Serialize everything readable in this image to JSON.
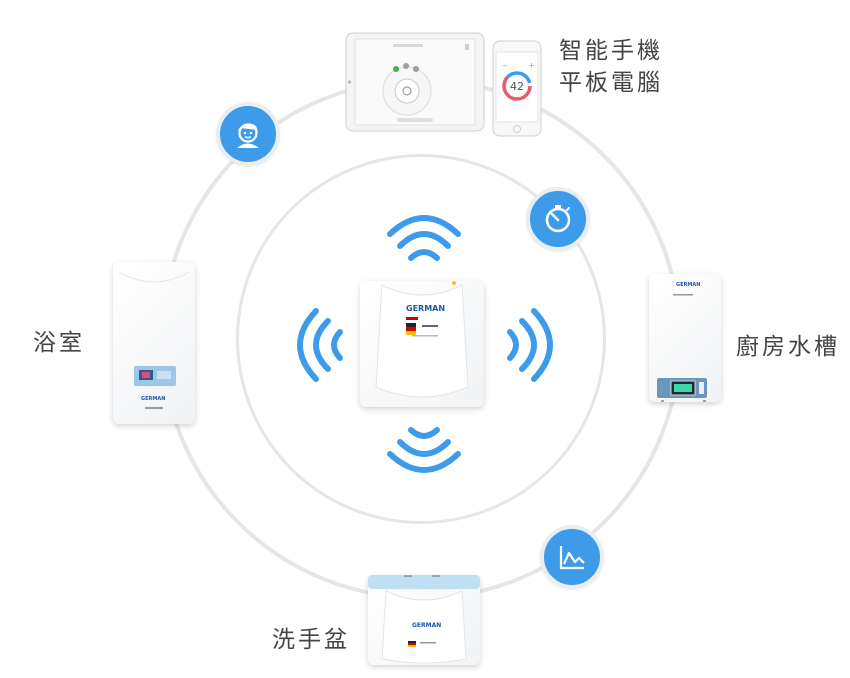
{
  "labels": {
    "smart_devices_line1": "智能手機",
    "smart_devices_line2": "平板電腦",
    "kitchen": "廚房水槽",
    "bathroom": "浴室",
    "washbasin": "洗手盆"
  },
  "phone": {
    "temperature": "42"
  },
  "brand": "GERMAN",
  "icons": [
    "child-face-icon",
    "timer-icon",
    "line-chart-icon",
    "wifi-signal-icon"
  ],
  "colors": {
    "accent": "#3d9be9",
    "ring": "#e6e6e6",
    "text": "#444444"
  }
}
